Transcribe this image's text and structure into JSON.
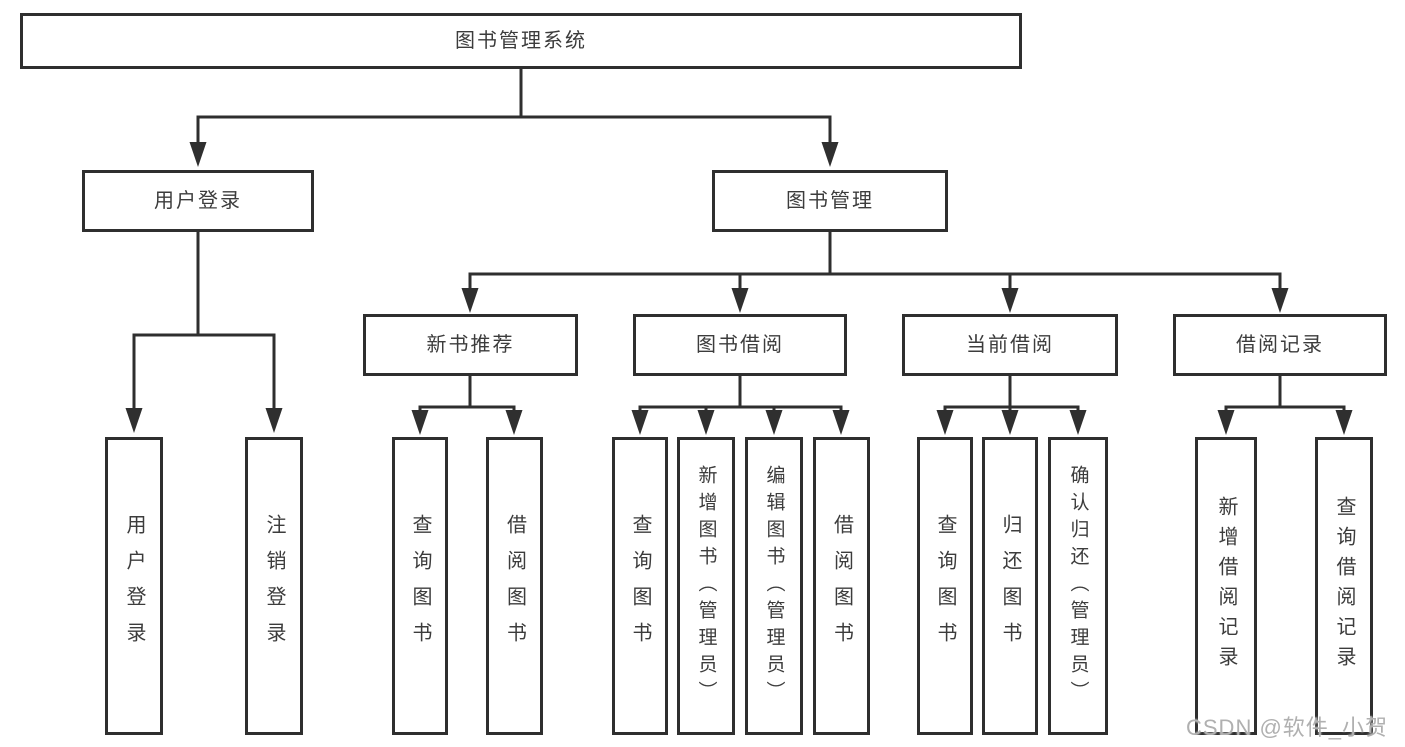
{
  "diagram": {
    "root": {
      "label": "图书管理系统",
      "children": [
        {
          "label": "用户登录",
          "children": [
            {
              "label": "用户登录"
            },
            {
              "label": "注销登录"
            }
          ]
        },
        {
          "label": "图书管理",
          "children": [
            {
              "label": "新书推荐",
              "children": [
                {
                  "label": "查询图书"
                },
                {
                  "label": "借阅图书"
                }
              ]
            },
            {
              "label": "图书借阅",
              "children": [
                {
                  "label": "查询图书"
                },
                {
                  "label": "新增图书（管理员）"
                },
                {
                  "label": "编辑图书（管理员）"
                },
                {
                  "label": "借阅图书"
                }
              ]
            },
            {
              "label": "当前借阅",
              "children": [
                {
                  "label": "查询图书"
                },
                {
                  "label": "归还图书"
                },
                {
                  "label": "确认归还（管理员）"
                }
              ]
            },
            {
              "label": "借阅记录",
              "children": [
                {
                  "label": "新增借阅记录"
                },
                {
                  "label": "查询借阅记录"
                }
              ]
            }
          ]
        }
      ]
    },
    "colors": {
      "line": "#2f2f2f",
      "box_border": "#2f2f2f",
      "text": "#3c3c3c",
      "background": "#ffffff"
    }
  },
  "watermark": {
    "text": "CSDN @软件_小贺同学",
    "color": "#b0b0b0"
  }
}
